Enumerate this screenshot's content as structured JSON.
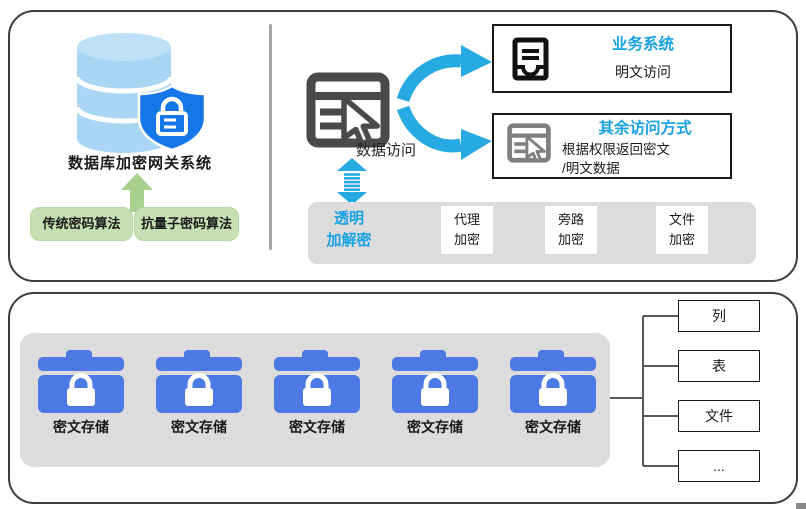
{
  "top_panel": {
    "gateway": {
      "label": "数据库加密网关系统",
      "algorithms": [
        "传统密码算法",
        "抗量子密码算法"
      ]
    },
    "data_access_label": "数据访问",
    "targets": [
      {
        "title": "业务系统",
        "lines": [
          "明文访问"
        ]
      },
      {
        "title": "其余访问方式",
        "lines": [
          "根据权限返回密文",
          "/明文数据"
        ]
      }
    ],
    "transparent": {
      "l1": "透明",
      "l2": "加解密"
    },
    "modes": [
      {
        "l1": "代理",
        "l2": "加密"
      },
      {
        "l1": "旁路",
        "l2": "加密"
      },
      {
        "l1": "文件",
        "l2": "加密"
      }
    ]
  },
  "bottom_panel": {
    "folders": [
      "密文存储",
      "密文存储",
      "密文存储",
      "密文存储",
      "密文存储"
    ],
    "granularity": [
      "列",
      "表",
      "文件",
      "..."
    ]
  },
  "icons": {
    "gateway": "database-icon",
    "gateway_badge": "shield-lock-icon",
    "client": "webpage-cursor-icon",
    "business_system": "document-inbox-icon",
    "other_access": "webpage-cursor-icon",
    "storage": "folder-lock-icon",
    "algorithm_flow": "green-up-arrow-icon",
    "access_flow": "cyan-curved-arrow-icon",
    "crypto_flow": "cyan-double-arrow-icon"
  },
  "colors": {
    "accent_cyan": "#27AAE1",
    "title_blue": "#17A2E3",
    "shield_blue": "#1576E8",
    "db_light_blue": "#A9D6F5",
    "folder_blue": "#4C79E3",
    "algo_green": "#C6E0B4",
    "arrow_green": "#A9D18E",
    "container_gray": "#DCDCDC",
    "icon_dark_gray": "#4A4A4A",
    "icon_gray": "#7F7F7F"
  }
}
